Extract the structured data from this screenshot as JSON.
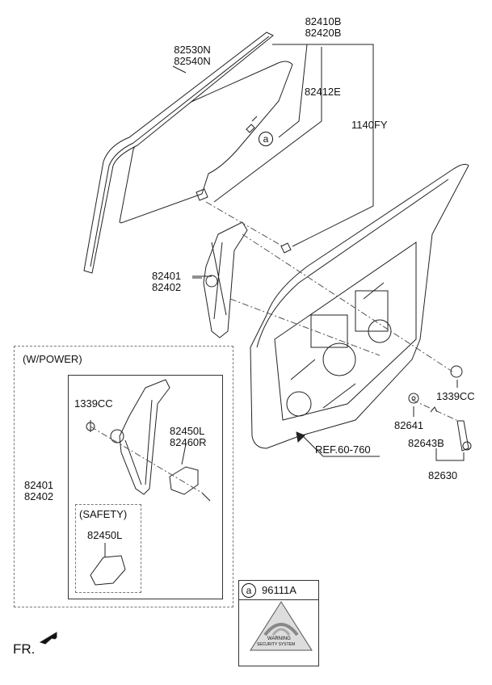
{
  "labels": {
    "glass": [
      "82530N",
      "82540N"
    ],
    "regulator_top": [
      "82410B",
      "82420B"
    ],
    "bracket": "82412E",
    "bolt": "1140FY",
    "regulator_mid": [
      "82401",
      "82402"
    ],
    "nut_right": "1339CC",
    "washer": "82641",
    "clip": "82643B",
    "handle": "82630",
    "ref": "REF.60-760",
    "power_group": "(W/POWER)",
    "nut_left": "1339CC",
    "motor": [
      "82450L",
      "82460R"
    ],
    "regulator_power": [
      "82401",
      "82402"
    ],
    "safety_group": "(SAFETY)",
    "safety_motor": "82450L",
    "callout_letter": "a",
    "label_part": "96111A",
    "warning_text": "WARNING",
    "security_text": "SECURITY SYSTEM",
    "front": "FR."
  }
}
